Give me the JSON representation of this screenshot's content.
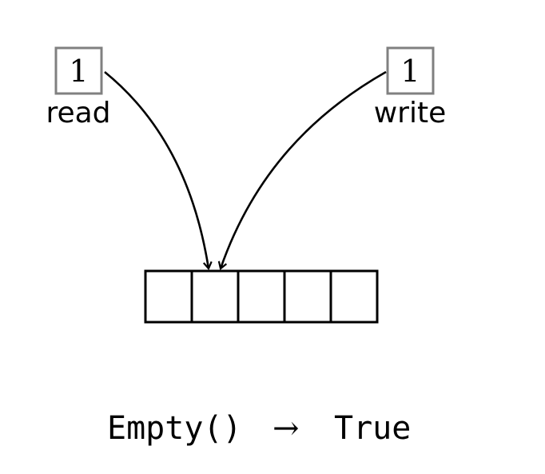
{
  "read_pointer": {
    "index": "1",
    "label": "read"
  },
  "write_pointer": {
    "index": "1",
    "label": "write"
  },
  "buffer": {
    "cells": [
      "",
      "",
      "",
      "",
      ""
    ]
  },
  "caption": {
    "call": "Empty()",
    "arrow": "→",
    "result": "True"
  }
}
